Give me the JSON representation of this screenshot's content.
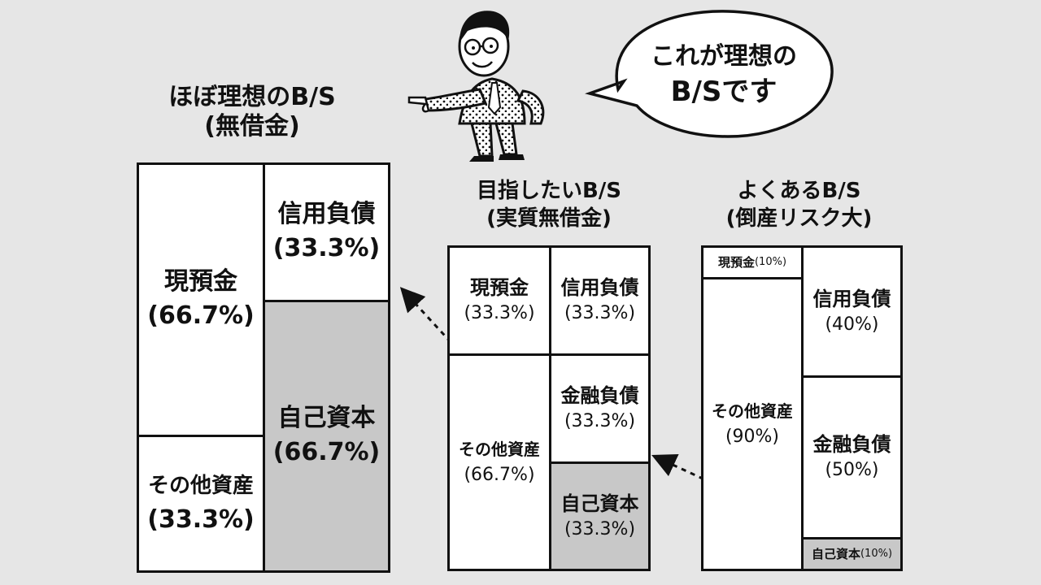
{
  "speech": {
    "line1": "これが理想の",
    "line2": "B/Sです"
  },
  "sheets": [
    {
      "id": "ideal",
      "title": "ほぼ理想のB/S",
      "subtitle": "(無借金)",
      "assets": [
        {
          "label": "現預金",
          "pct": "(66.7%)"
        },
        {
          "label": "その他資産",
          "pct": "(33.3%)"
        }
      ],
      "liabilities": [
        {
          "label": "信用負債",
          "pct": "(33.3%)"
        },
        {
          "label": "自己資本",
          "pct": "(66.7%)"
        }
      ]
    },
    {
      "id": "target",
      "title": "目指したいB/S",
      "subtitle": "(実質無借金)",
      "assets": [
        {
          "label": "現預金",
          "pct": "(33.3%)"
        },
        {
          "label": "その他資産",
          "pct": "(66.7%)"
        }
      ],
      "liabilities": [
        {
          "label": "信用負債",
          "pct": "(33.3%)"
        },
        {
          "label": "金融負債",
          "pct": "(33.3%)"
        },
        {
          "label": "自己資本",
          "pct": "(33.3%)"
        }
      ]
    },
    {
      "id": "common",
      "title": "よくあるB/S",
      "subtitle": "(倒産リスク大)",
      "assets": [
        {
          "label": "現預金",
          "pct": "(10%)"
        },
        {
          "label": "その他資産",
          "pct": "(90%)"
        }
      ],
      "liabilities": [
        {
          "label": "信用負債",
          "pct": "(40%)"
        },
        {
          "label": "金融負債",
          "pct": "(50%)"
        },
        {
          "label": "自己資本",
          "pct": "(10%)"
        }
      ]
    }
  ],
  "colors": {
    "background": "#e6e6e6",
    "equity_fill": "#c8c8c8",
    "ink": "#111111"
  },
  "icons": [
    "pointing-businessman-illustration",
    "speech-bubble",
    "dashed-arrow"
  ]
}
